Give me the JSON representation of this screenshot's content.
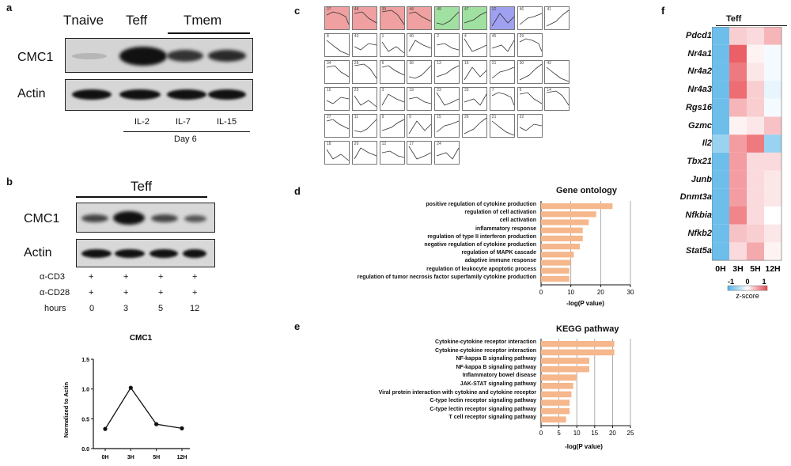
{
  "panel_labels": {
    "a": "a",
    "b": "b",
    "c": "c",
    "d": "d",
    "e": "e",
    "f": "f"
  },
  "panel_a": {
    "headers": [
      "Tnaive",
      "Teff",
      "Tmem"
    ],
    "row_labels": [
      "CMC1",
      "Actin"
    ],
    "lanes": [
      "IL-2",
      "IL-7",
      "IL-15"
    ],
    "day": "Day 6"
  },
  "panel_b": {
    "header": "Teff",
    "row_labels": [
      "CMC1",
      "Actin"
    ],
    "conditions": [
      {
        "label": "α-CD3",
        "values": [
          "+",
          "+",
          "+",
          "+"
        ]
      },
      {
        "label": "α-CD28",
        "values": [
          "+",
          "+",
          "+",
          "+"
        ]
      },
      {
        "label": "hours",
        "values": [
          "0",
          "3",
          "5",
          "12"
        ]
      }
    ]
  },
  "chart_cmc1": {
    "type": "line",
    "title": "CMC1",
    "ylabel": "Normalized to Actin",
    "categories": [
      "0H",
      "3H",
      "5H",
      "12H"
    ],
    "values": [
      0.33,
      1.02,
      0.41,
      0.34
    ],
    "yticks": [
      "0.0",
      "0.5",
      "1.0",
      "1.5"
    ],
    "ylim": [
      0,
      1.5
    ]
  },
  "panel_c": {
    "clusters": [
      [
        "37",
        "48",
        "39",
        "44",
        "49",
        "47",
        "32",
        "46",
        "41"
      ],
      [
        "8",
        "43",
        "1",
        "40",
        "2",
        "4",
        "45",
        "29"
      ],
      [
        "34",
        "28",
        "6",
        "36",
        "13",
        "16",
        "31",
        "30",
        "42"
      ],
      [
        "10",
        "25",
        "3",
        "19",
        "23",
        "33",
        "7",
        "5",
        "14"
      ],
      [
        "27",
        "11",
        "9",
        "0",
        "15",
        "26",
        "21",
        "22"
      ],
      [
        "18",
        "20",
        "12",
        "17",
        "24"
      ]
    ],
    "colors": {
      "red": "#f0a0a0",
      "green": "#a0e0a0",
      "blue": "#a0a0f0"
    }
  },
  "chart_go": {
    "type": "bar",
    "title": "Gene ontology",
    "xlabel": "-log(P value)",
    "categories": [
      "positive regulation of cytokine production",
      "regulation of cell activation",
      "cell activation",
      "inflammatory response",
      "regulation of type II interferon production",
      "negative regulation of cytokine production",
      "regulation of MAPK cascade",
      "adaptive immune response",
      "regulation of leukocyte apoptotic process",
      "regulation of tumor necrosis factor superfamily cytokine production"
    ],
    "values": [
      24,
      18.5,
      16,
      14,
      14,
      13,
      11,
      10,
      9.5,
      9.5
    ],
    "xticks": [
      "0",
      "10",
      "20",
      "30"
    ],
    "xlim": [
      0,
      30
    ],
    "color": "#f5b78b"
  },
  "chart_kegg": {
    "type": "bar",
    "title": "KEGG pathway",
    "xlabel": "-log(P value)",
    "categories": [
      "Cytokine-cytokine receptor interaction",
      "Cytokine-cytokine receptor interaction",
      "NF-kappa B signaling pathway",
      "NF-kappa B signaling pathway",
      "Inflammatory bowel disease",
      "JAK-STAT signaling pathway",
      "Viral protein interaction with cytokine and cytokine receptor",
      "C-type lectin receptor signaling pathway",
      "C-type lectin receptor signaling pathway",
      "T cell receptor signaling pathway"
    ],
    "values": [
      20.5,
      20.5,
      13.5,
      13.5,
      10,
      9,
      8.5,
      8,
      8,
      7
    ],
    "xticks": [
      "0",
      "5",
      "10",
      "15",
      "20",
      "25"
    ],
    "xlim": [
      0,
      25
    ],
    "color": "#f5b78b"
  },
  "chart_heatmap": {
    "type": "heatmap",
    "header": "Teff",
    "genes": [
      "Pdcd1",
      "Nr4a1",
      "Nr4a2",
      "Nr4a3",
      "Rgs16",
      "Gzmc",
      "Il2",
      "Tbx21",
      "Junb",
      "Dnmt3a",
      "Nfkbia",
      "Nfkb2",
      "Stat5a"
    ],
    "columns": [
      "0H",
      "3H",
      "5H",
      "12H"
    ],
    "values": [
      [
        -1.3,
        0.4,
        0.3,
        0.6
      ],
      [
        -1.3,
        1.3,
        0.1,
        -0.1
      ],
      [
        -1.3,
        1.1,
        0.2,
        -0.1
      ],
      [
        -1.3,
        1.2,
        0.4,
        -0.2
      ],
      [
        -1.3,
        0.6,
        0.4,
        -0.1
      ],
      [
        -1.3,
        0.1,
        0.2,
        0.5
      ],
      [
        -0.9,
        0.8,
        1.1,
        -0.9
      ],
      [
        -1.3,
        0.8,
        0.3,
        0.3
      ],
      [
        -1.3,
        0.8,
        0.3,
        0.2
      ],
      [
        -1.3,
        0.8,
        0.3,
        0.2
      ],
      [
        -1.3,
        1.0,
        0.3,
        0.0
      ],
      [
        -1.3,
        0.5,
        0.4,
        0.2
      ],
      [
        -1.3,
        0.3,
        0.7,
        0.1
      ]
    ],
    "legend_title": "z-score",
    "legend_ticks": [
      "-1",
      "0",
      "1"
    ]
  }
}
